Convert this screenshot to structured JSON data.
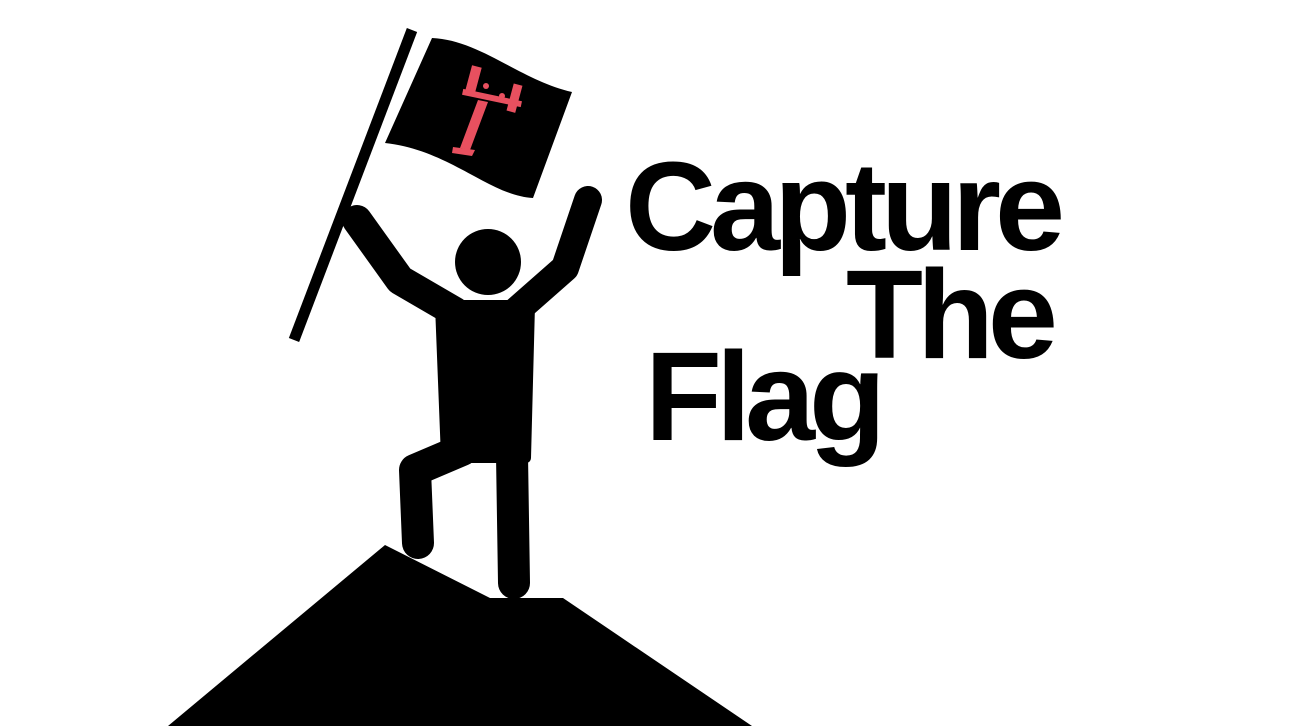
{
  "logo": {
    "title_lines": [
      "Capture",
      "The",
      "Flag"
    ],
    "flag_emblem": "T",
    "colors": {
      "ink": "#000000",
      "emblem": "#e8505f",
      "background": "#ffffff"
    }
  }
}
